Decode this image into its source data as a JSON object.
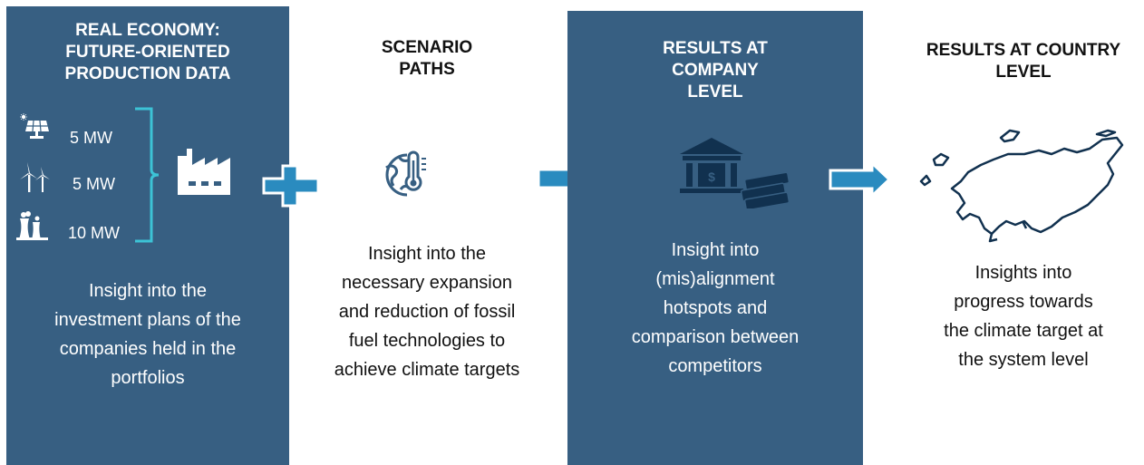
{
  "columns": [
    {
      "title": "REAL ECONOMY:\nFUTURE-ORIENTED\nPRODUCTION DATA",
      "description": "Insight into the\ninvestment plans of the\ncompanies held in the\nportfolios",
      "capacities": [
        {
          "icon": "solar-panel-icon",
          "label": "5 MW"
        },
        {
          "icon": "wind-turbine-icon",
          "label": "5 MW"
        },
        {
          "icon": "power-plant-icon",
          "label": "10 MW"
        }
      ]
    },
    {
      "title": "SCENARIO\nPATHS",
      "description": "Insight into the\nnecessary expansion\nand reduction of fossil\nfuel technologies to\nachieve climate targets"
    },
    {
      "title": "RESULTS AT\nCOMPANY\nLEVEL",
      "description": "Insight into\n(mis)alignment\nhotspots and\ncomparison between\ncompetitors"
    },
    {
      "title": "RESULTS AT COUNTRY\nLEVEL",
      "description": "Insights into\nprogress towards\nthe climate target at\nthe system level"
    }
  ],
  "colors": {
    "panel": "#375f82",
    "accent": "#2a8bbf",
    "bracket": "#3cc3d6"
  }
}
